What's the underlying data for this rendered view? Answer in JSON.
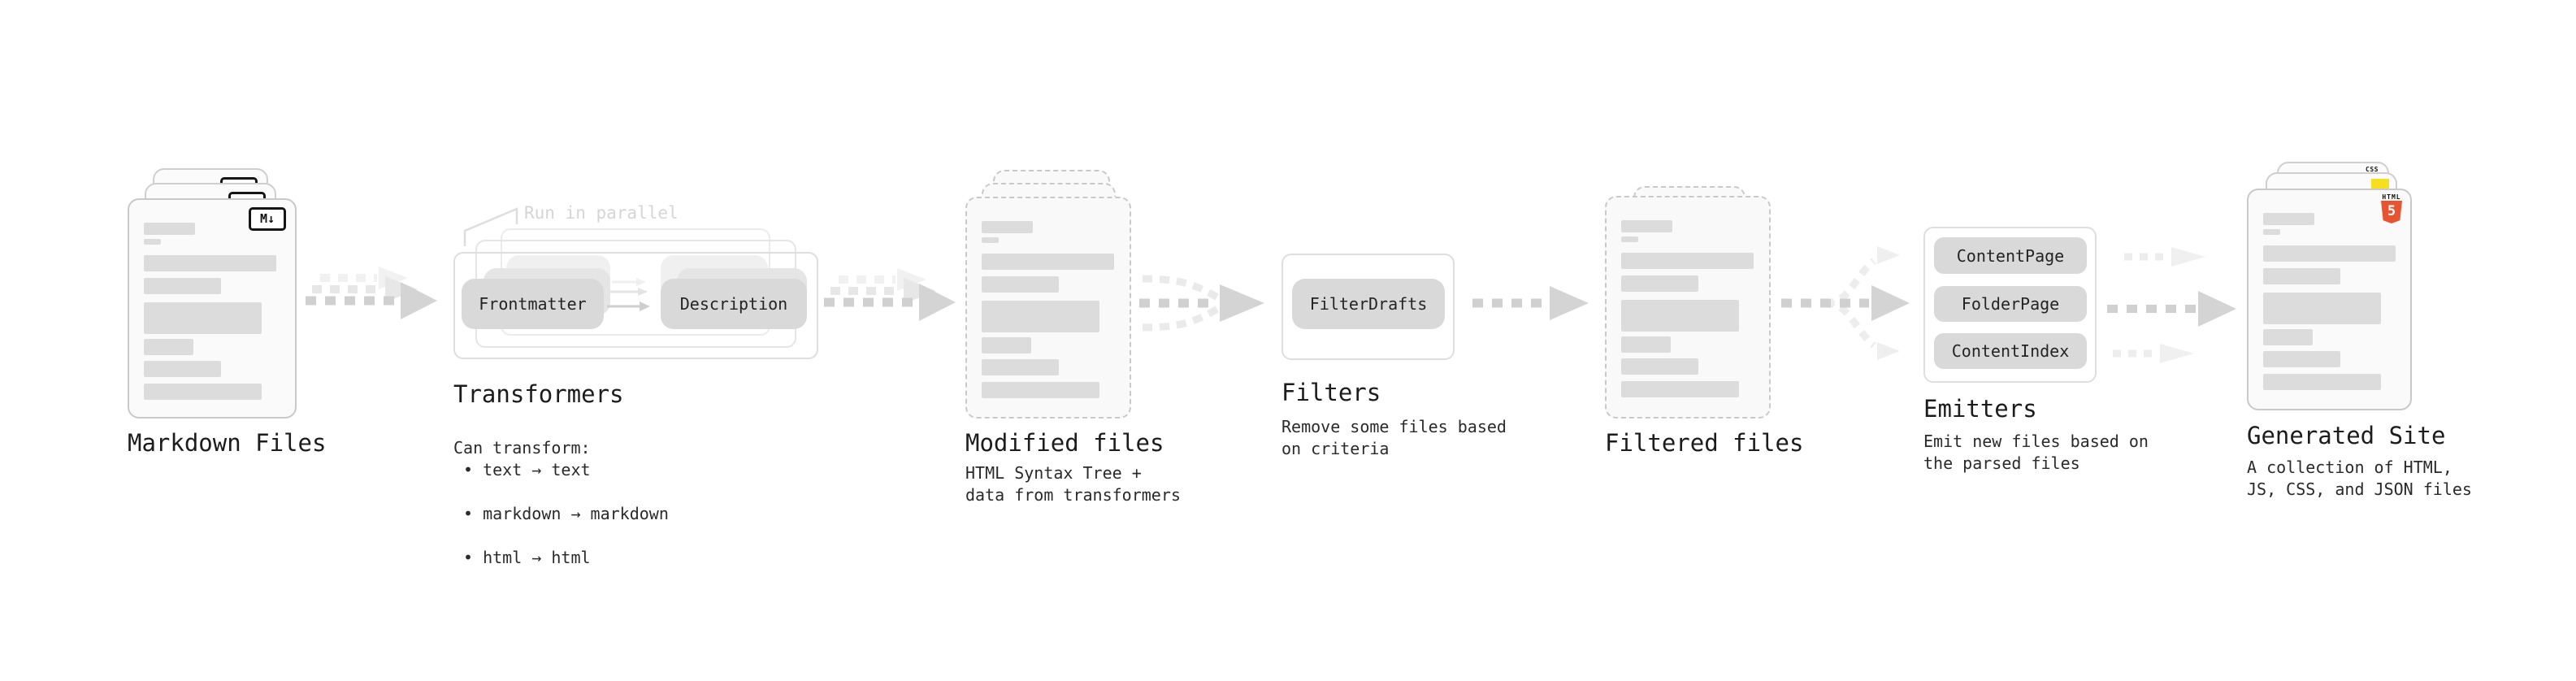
{
  "stages": {
    "markdown_files": {
      "label": "Markdown Files",
      "badge": "M↓"
    },
    "transformers": {
      "label": "Transformers",
      "note": "Run in parallel",
      "pill_left": "Frontmatter",
      "pill_right": "Description",
      "caption_title": "Can transform:",
      "bullets": [
        "• text → text",
        "• markdown → markdown",
        "• html → html"
      ]
    },
    "modified_files": {
      "label": "Modified files",
      "caption": "HTML Syntax Tree +\ndata from transformers"
    },
    "filters": {
      "label": "Filters",
      "pill": "FilterDrafts",
      "caption": "Remove some files based\non criteria"
    },
    "filtered_files": {
      "label": "Filtered files"
    },
    "emitters": {
      "label": "Emitters",
      "pills": [
        "ContentPage",
        "FolderPage",
        "ContentIndex"
      ],
      "caption": "Emit new files based on\nthe parsed files"
    },
    "generated_site": {
      "label": "Generated Site",
      "caption": "A collection of HTML,\nJS, CSS, and JSON files",
      "badge_html_top": "HTML",
      "badge_html_num": "5",
      "badge_css": "CSS"
    }
  },
  "colors": {
    "html_orange": "#e8542f",
    "js_yellow": "#f6df1f",
    "css_blue": "#2457d6",
    "arrow_dark": "#d2d2d2",
    "arrow_light": "#eeeeee",
    "pill_gray": "#d9d9d9"
  }
}
